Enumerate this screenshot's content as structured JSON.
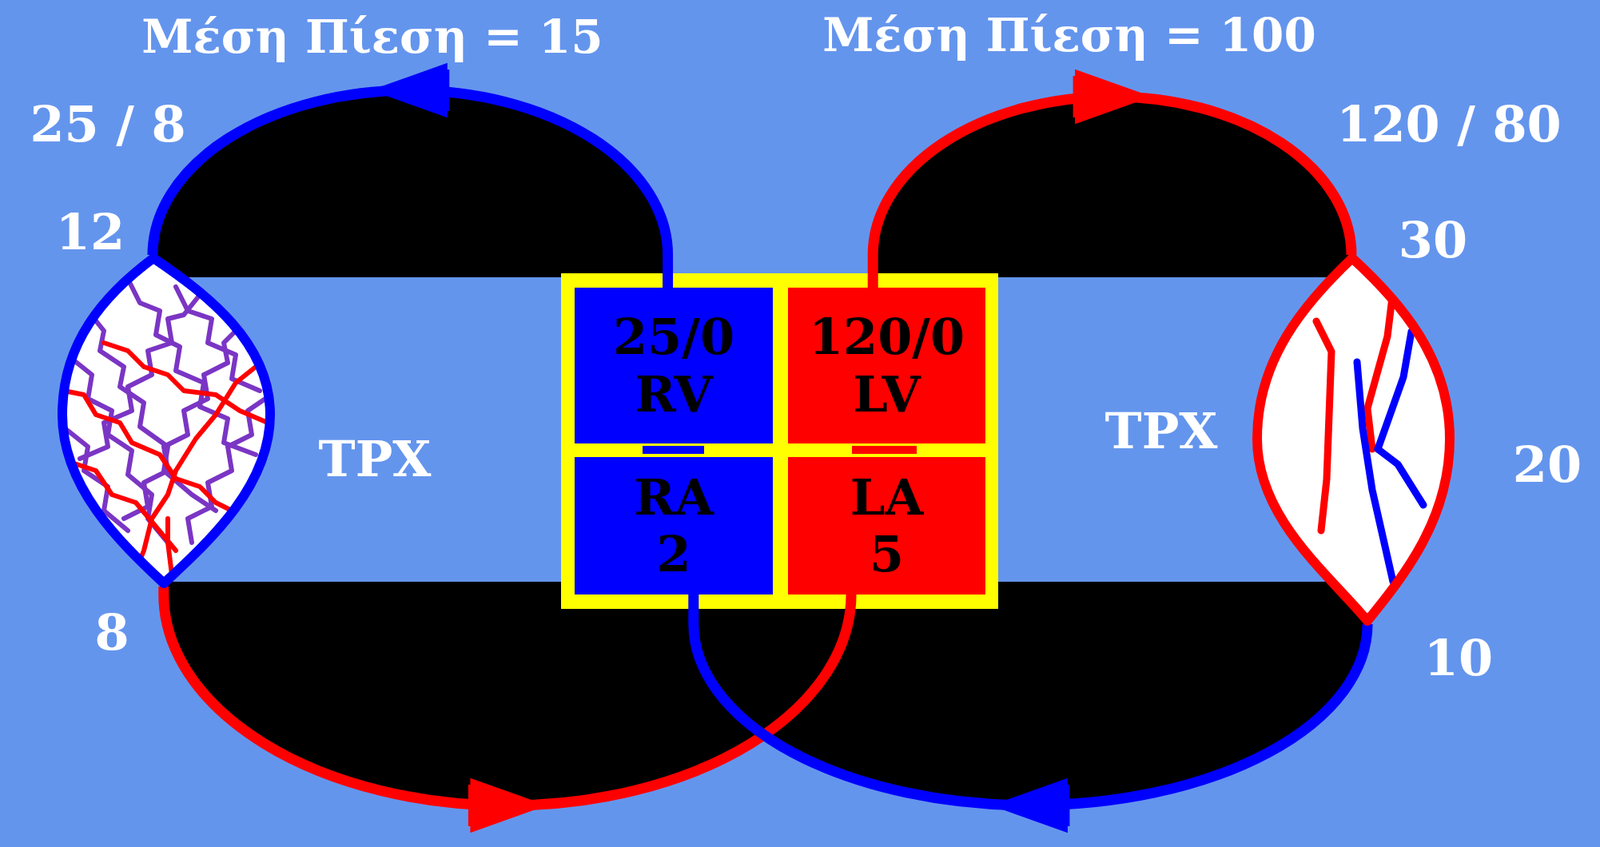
{
  "diagram": {
    "nodes": [
      {
        "text": [
          "ΤΡΧ"
        ]
      },
      {
        "text": [
          "25/0",
          "RV"
        ]
      },
      {
        "text": [
          "120/0",
          "LV"
        ]
      },
      {
        "text": [
          "RA",
          "2"
        ]
      },
      {
        "text": [
          "LA",
          "5"
        ]
      },
      {
        "text": [
          "ΤΡΧ"
        ]
      }
    ],
    "edges": [
      {
        "from": 1,
        "to": 0,
        "arrow": "to"
      },
      {
        "from": 0,
        "to": 4,
        "arrow": "to"
      },
      {
        "from": 2,
        "to": 5,
        "arrow": "to"
      },
      {
        "from": 5,
        "to": 3,
        "arrow": "to"
      }
    ],
    "labels": [
      "Μέση Πίεση = 15",
      "Μέση Πίεση = 100",
      "25 / 8",
      "120 / 80",
      "12",
      "30",
      "20",
      "8",
      "10"
    ]
  }
}
